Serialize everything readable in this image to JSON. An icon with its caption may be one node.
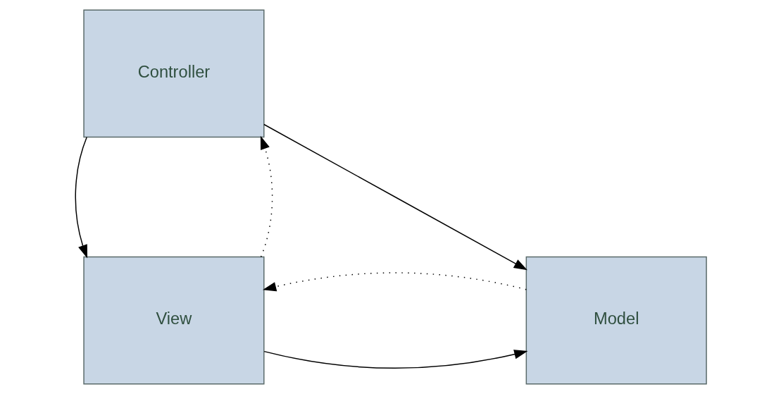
{
  "diagram": {
    "nodes": [
      {
        "text": [
          "Controller"
        ]
      },
      {
        "text": [
          "View"
        ]
      },
      {
        "text": [
          "Model"
        ]
      }
    ],
    "edges": [
      {
        "from": 0,
        "to": 1,
        "arrow": "to"
      },
      {
        "from": 1,
        "to": 0,
        "arrow": "to",
        "style": "dashed"
      },
      {
        "from": 0,
        "to": 2,
        "arrow": "to"
      },
      {
        "from": 1,
        "to": 2,
        "arrow": "to"
      },
      {
        "from": 2,
        "to": 1,
        "arrow": "to",
        "style": "dashed"
      }
    ]
  }
}
